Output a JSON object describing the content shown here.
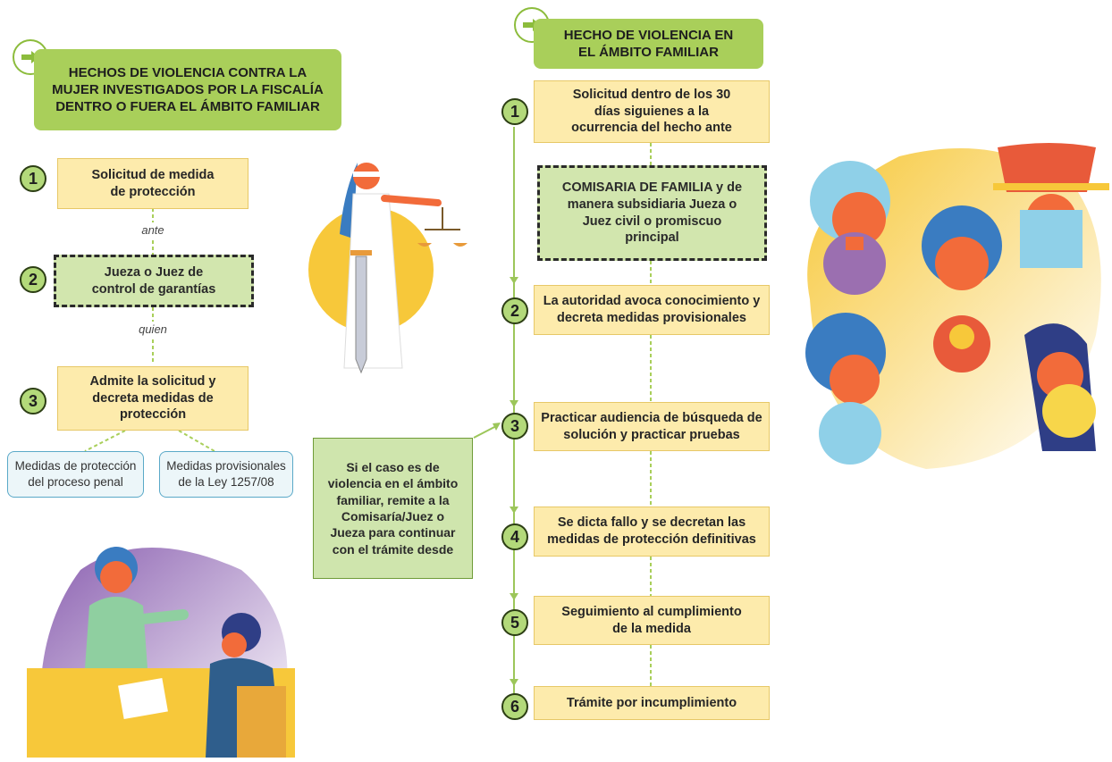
{
  "colors": {
    "title_green": "#a9cf5a",
    "box_yellow": "#fdebac",
    "number_green": "#b3d97a",
    "dashed_fill": "#d2e6ae",
    "blue_outline": "#5aa9c8",
    "accent_yellow": "#f7c83a"
  },
  "left": {
    "title": "HECHOS DE VIOLENCIA CONTRA LA MUJER INVESTIGADOS POR LA FISCALÍA DENTRO O FUERA EL ÁMBITO FAMILIAR",
    "steps": [
      {
        "number": "1",
        "text": "Solicitud de medida de protección"
      },
      {
        "number": "2",
        "text": "Jueza o Juez de control de garantías"
      },
      {
        "number": "3",
        "text": "Admite la solicitud y decreta medidas de protección"
      }
    ],
    "connectors": [
      "ante",
      "quien"
    ],
    "outcomes": [
      "Medidas de protección del proceso penal",
      "Medidas provisionales de la Ley 1257/08"
    ]
  },
  "note": "Si el caso es de violencia en el ámbito familiar, remite a la Comisaría/Juez o Jueza para continuar con el trámite desde",
  "right": {
    "title": "HECHO DE VIOLENCIA EN EL ÁMBITO FAMILIAR",
    "step1": "Solicitud dentro de los 30 días siguienes a la ocurrencia del hecho ante",
    "authority": "COMISARIA DE FAMILIA y de manera subsidiaria Jueza o Juez civil o promiscuo principal",
    "steps": [
      {
        "number": "1"
      },
      {
        "number": "2",
        "text": "La autoridad avoca conocimiento y decreta medidas provisionales"
      },
      {
        "number": "3",
        "text": "Practicar audiencia de búsqueda de solución y practicar pruebas"
      },
      {
        "number": "4",
        "text": "Se dicta fallo y se decretan las medidas de protección definitivas"
      },
      {
        "number": "5",
        "text": "Seguimiento al cumplimiento de la medida"
      },
      {
        "number": "6",
        "text": "Trámite por incumplimiento"
      }
    ]
  },
  "icons": [
    "arrow-right-icon",
    "lady-justice-illustration",
    "interview-illustration",
    "diverse-women-illustration"
  ]
}
